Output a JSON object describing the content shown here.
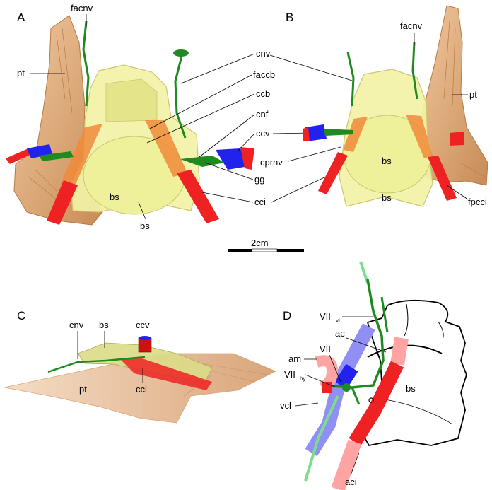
{
  "figure": {
    "panels": {
      "A": "A",
      "B": "B",
      "C": "C",
      "D": "D"
    },
    "scale_bar": "2cm",
    "panel_a_labels": {
      "facnv": "facnv",
      "cnv": "cnv",
      "faccb": "faccb",
      "ccb": "ccb",
      "cnf": "cnf",
      "ccv": "ccv",
      "gg": "gg",
      "cci": "cci",
      "pt": "pt",
      "bs": "bs"
    },
    "panel_b_labels": {
      "facnv": "facnv",
      "pt": "pt",
      "cprnv": "cprnv",
      "bs": "bs",
      "fpcci": "fpcci"
    },
    "panel_c_labels": {
      "cnv": "cnv",
      "bs": "bs",
      "ccv": "ccv",
      "pt": "pt",
      "cci": "cci"
    },
    "panel_d_labels": {
      "VII": "VII",
      "vi": "vi",
      "hy": "hy",
      "ac": "ac",
      "am": "am",
      "bs": "bs",
      "vcl": "vcl",
      "aci": "aci"
    },
    "colors": {
      "bone": "#f2f2a6",
      "bone_edge": "#c8c86c",
      "pterygoid": "#e8b483",
      "pterygoid_dark": "#b57a45",
      "artery": "#ee2222",
      "artery_light": "#ffa3a3",
      "vein": "#2222ee",
      "vein_light": "#8f8ff5",
      "nerve": "#1f8a1f",
      "nerve_light": "#7fdc8f"
    }
  }
}
